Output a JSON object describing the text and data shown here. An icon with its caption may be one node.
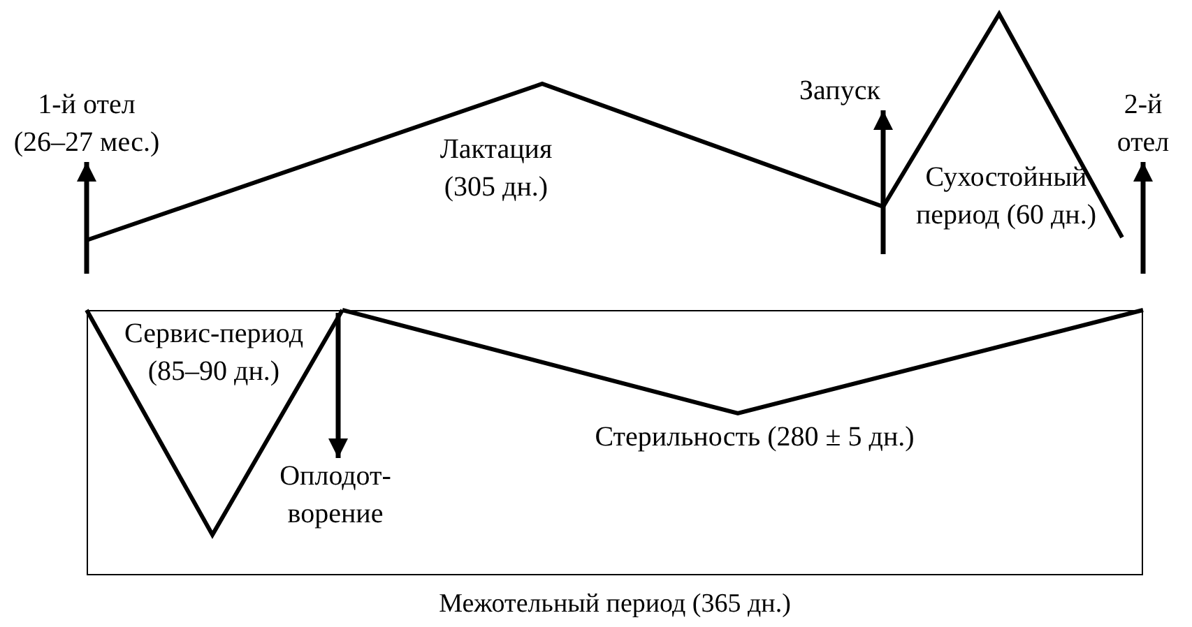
{
  "diagram": {
    "nodes": [
      {
        "text": [
          "Межотельный период (365 дн.)"
        ]
      },
      {
        "text": [
          "1-й отел (26–27 мес.)"
        ]
      },
      {
        "text": [
          "Запуск"
        ]
      },
      {
        "text": [
          "2-й отел"
        ]
      },
      {
        "text": [
          "Оплодот- ворение"
        ],
        "in": 0
      }
    ],
    "edges": [
      {
        "from": null,
        "to": 1,
        "arrow": "to"
      },
      {
        "from": null,
        "to": 2,
        "arrow": "to"
      },
      {
        "from": null,
        "to": 3,
        "arrow": "to"
      },
      {
        "from": null,
        "to": 4,
        "arrow": "to"
      }
    ],
    "labels": [
      "Лактация (305 дн.)",
      "Сухостойный период (60 дн.)",
      "Сервис-период (85–90 дн.)",
      "Стерильность (280 ± 5 дн.)"
    ]
  }
}
